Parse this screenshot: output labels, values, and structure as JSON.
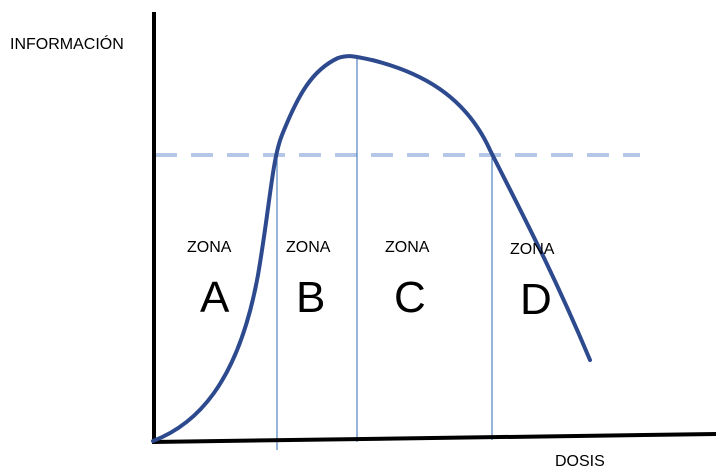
{
  "diagram": {
    "y_axis_label": "INFORMACIÓN",
    "x_axis_label": "DOSIS",
    "zones": [
      {
        "label": "ZONA",
        "letter": "A"
      },
      {
        "label": "ZONA",
        "letter": "B"
      },
      {
        "label": "ZONA",
        "letter": "C"
      },
      {
        "label": "ZONA",
        "letter": "D"
      }
    ]
  },
  "colors": {
    "curve": "#2e4a8e",
    "threshold_line": "#b4c7e7",
    "zone_divider": "#4f81bd",
    "axis": "#000000"
  }
}
